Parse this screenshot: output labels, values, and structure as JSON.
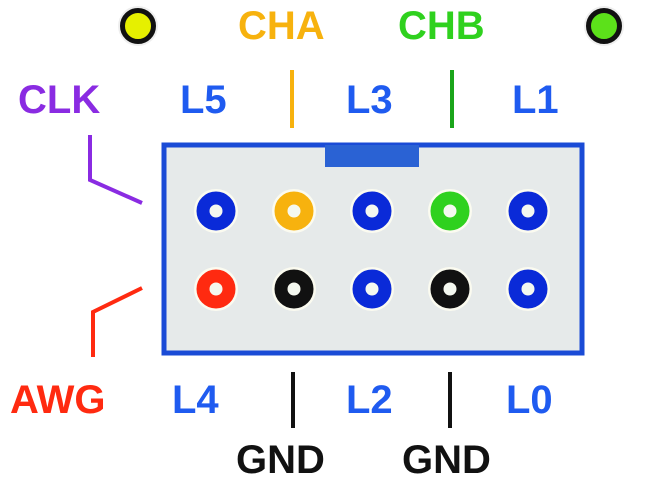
{
  "colors": {
    "blue": "#0a2ad8",
    "label_blue": "#1f5bf0",
    "yellow_cha": "#f7b20e",
    "green_chb": "#2fd11e",
    "purple_clk": "#8a2be2",
    "red_awg": "#ff2a10",
    "black_gnd": "#111111",
    "connector_fill": "#e6eaea",
    "connector_border": "#1a4bd6",
    "led_yellow": "#e6f000",
    "led_green": "#5ce11a"
  },
  "labels": {
    "cha": "CHA",
    "chb": "CHB",
    "clk": "CLK",
    "awg": "AWG",
    "l5": "L5",
    "l3": "L3",
    "l1": "L1",
    "l4": "L4",
    "l2": "L2",
    "l0": "L0",
    "gnd_left": "GND",
    "gnd_right": "GND"
  },
  "leds": [
    {
      "name": "yellow-led",
      "color": "#e6f000"
    },
    {
      "name": "green-led",
      "color": "#5ce11a"
    }
  ],
  "pins": {
    "top_row": [
      {
        "signal": "L5",
        "color": "#0a2ad8"
      },
      {
        "signal": "CHA",
        "color": "#f7b20e"
      },
      {
        "signal": "L3",
        "color": "#0a2ad8"
      },
      {
        "signal": "CHB",
        "color": "#2fd11e"
      },
      {
        "signal": "L1",
        "color": "#0a2ad8"
      }
    ],
    "bottom_row": [
      {
        "signal": "AWG",
        "color": "#ff2a10"
      },
      {
        "signal": "GND",
        "color": "#111111"
      },
      {
        "signal": "L2",
        "color": "#0a2ad8"
      },
      {
        "signal": "GND",
        "color": "#111111"
      },
      {
        "signal": "L0",
        "color": "#0a2ad8"
      }
    ]
  }
}
